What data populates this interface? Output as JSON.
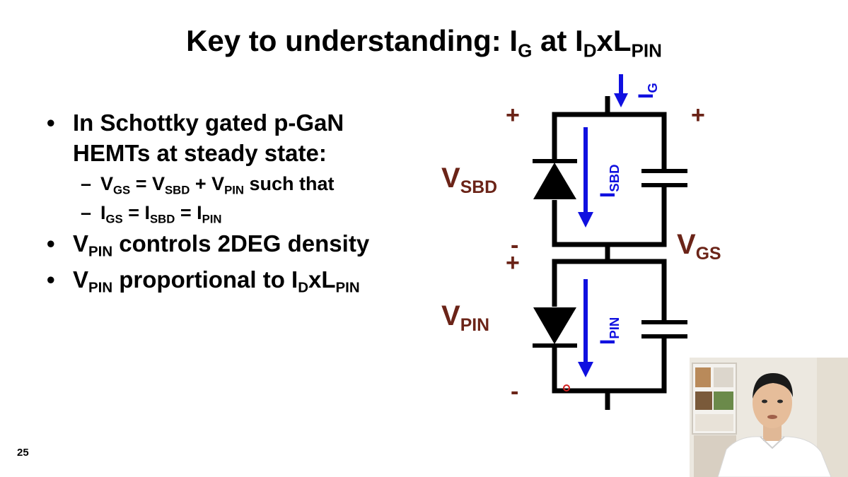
{
  "slide": {
    "title": {
      "main": "Key to understanding: I",
      "sub1": "G",
      "mid": " at I",
      "sub2": "D",
      "mid2": "xL",
      "sub3": "PIN"
    },
    "page_number": "25",
    "bullets": [
      {
        "text": "In Schottky gated p-GaN HEMTs at steady state:"
      },
      {
        "sub": [
          {
            "p1": "V",
            "s1": "GS",
            "p2": " = V",
            "s2": "SBD",
            "p3": " + V",
            "s3": "PIN",
            "p4": " such that"
          },
          {
            "p1": "I",
            "s1": "GS",
            "p2": " = I",
            "s2": "SBD",
            "p3": " = I",
            "s3": "PIN"
          }
        ]
      },
      {
        "p1": "V",
        "s1": "PIN",
        "p2": " controls 2DEG density"
      },
      {
        "p1": "V",
        "s1": "PIN",
        "p2": " proportional to I",
        "s2": "D",
        "p3": "xL",
        "s3": "PIN"
      }
    ],
    "bullet_line1a": "In Schottky gated p-GaN",
    "bullet_line1b": "HEMTs at steady state:"
  },
  "circuit": {
    "v_sbd": {
      "main": "V",
      "sub": "SBD"
    },
    "v_pin": {
      "main": "V",
      "sub": "PIN"
    },
    "v_gs": {
      "main": "V",
      "sub": "GS"
    },
    "i_g": {
      "main": "I",
      "sub": "G"
    },
    "i_sbd": {
      "main": "I",
      "sub": "SBD"
    },
    "i_pin": {
      "main": "I",
      "sub": "PIN"
    },
    "plus": "+",
    "minus": "-",
    "colors": {
      "label": "#6b2418",
      "current": "#1010e0",
      "wire": "#000000"
    }
  },
  "webcam": {
    "description_icon": "presenter-video-thumbnail"
  }
}
